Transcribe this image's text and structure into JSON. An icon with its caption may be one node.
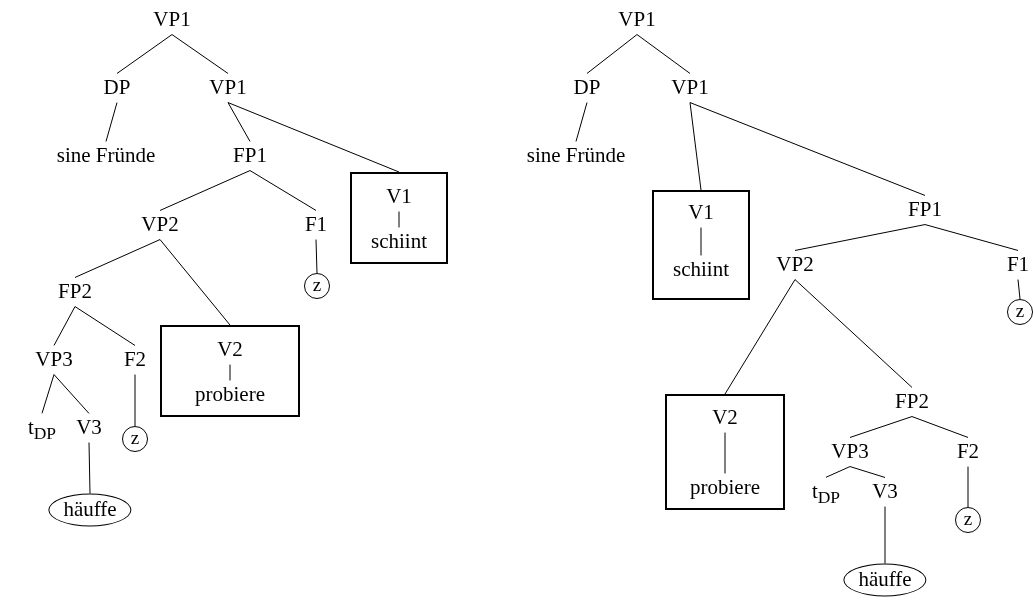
{
  "diagram": {
    "nodes": [
      {
        "text": [
          "VP1"
        ]
      },
      {
        "text": [
          "DP"
        ]
      },
      {
        "text": [
          "VP1"
        ]
      },
      {
        "text": [
          "sine Fründe"
        ]
      },
      {
        "text": [
          "FP1"
        ]
      },
      {
        "text": [],
        "shape": "box"
      },
      {
        "text": [
          "V1"
        ],
        "in": 5
      },
      {
        "text": [
          "schiint"
        ],
        "in": 5
      },
      {
        "text": [
          "VP2"
        ]
      },
      {
        "text": [
          "F1"
        ]
      },
      {
        "text": [
          "z"
        ]
      },
      {
        "text": [
          "FP2"
        ]
      },
      {
        "text": [],
        "shape": "box"
      },
      {
        "text": [
          "V2"
        ],
        "in": 12
      },
      {
        "text": [
          "probiere"
        ],
        "in": 12
      },
      {
        "text": [
          "VP3"
        ]
      },
      {
        "text": [
          "F2"
        ]
      },
      {
        "text": [
          "t$_{DP}$"
        ]
      },
      {
        "text": [
          "V3"
        ]
      },
      {
        "text": [
          "z"
        ]
      },
      {
        "text": [
          "häuffe"
        ]
      },
      {
        "text": [
          "VP1"
        ]
      },
      {
        "text": [
          "DP"
        ]
      },
      {
        "text": [
          "VP1"
        ]
      },
      {
        "text": [
          "sine Fründe"
        ]
      },
      {
        "text": [],
        "shape": "box"
      },
      {
        "text": [
          "V1"
        ],
        "in": 25
      },
      {
        "text": [
          "schiint"
        ],
        "in": 25
      },
      {
        "text": [
          "FP1"
        ]
      },
      {
        "text": [
          "VP2"
        ]
      },
      {
        "text": [
          "F1"
        ]
      },
      {
        "text": [
          "z"
        ]
      },
      {
        "text": [],
        "shape": "box"
      },
      {
        "text": [
          "V2"
        ],
        "in": 32
      },
      {
        "text": [
          "probiere"
        ],
        "in": 32
      },
      {
        "text": [
          "FP2"
        ]
      },
      {
        "text": [
          "VP3"
        ]
      },
      {
        "text": [
          "F2"
        ]
      },
      {
        "text": [
          "t$_{DP}$"
        ]
      },
      {
        "text": [
          "V3"
        ]
      },
      {
        "text": [
          "z"
        ]
      },
      {
        "text": [
          "häuffe"
        ]
      }
    ],
    "edges": [
      {
        "from": 0,
        "to": 1,
        "arrow": "none"
      },
      {
        "from": 0,
        "to": 2,
        "arrow": "none"
      },
      {
        "from": 1,
        "to": 3,
        "arrow": "none"
      },
      {
        "from": 2,
        "to": 4,
        "arrow": "none"
      },
      {
        "from": 2,
        "to": 5,
        "arrow": "none"
      },
      {
        "from": 6,
        "to": 7,
        "arrow": "none"
      },
      {
        "from": 4,
        "to": 8,
        "arrow": "none"
      },
      {
        "from": 4,
        "to": 9,
        "arrow": "none"
      },
      {
        "from": 9,
        "to": 10,
        "arrow": "none"
      },
      {
        "from": 8,
        "to": 11,
        "arrow": "none"
      },
      {
        "from": 8,
        "to": 12,
        "arrow": "none"
      },
      {
        "from": 13,
        "to": 14,
        "arrow": "none"
      },
      {
        "from": 11,
        "to": 15,
        "arrow": "none"
      },
      {
        "from": 11,
        "to": 16,
        "arrow": "none"
      },
      {
        "from": 15,
        "to": 17,
        "arrow": "none"
      },
      {
        "from": 15,
        "to": 18,
        "arrow": "none"
      },
      {
        "from": 16,
        "to": 19,
        "arrow": "none"
      },
      {
        "from": 18,
        "to": 20,
        "arrow": "none"
      },
      {
        "from": 21,
        "to": 22,
        "arrow": "none"
      },
      {
        "from": 21,
        "to": 23,
        "arrow": "none"
      },
      {
        "from": 22,
        "to": 24,
        "arrow": "none"
      },
      {
        "from": 23,
        "to": 25,
        "arrow": "none"
      },
      {
        "from": 23,
        "to": 28,
        "arrow": "none"
      },
      {
        "from": 26,
        "to": 27,
        "arrow": "none"
      },
      {
        "from": 28,
        "to": 29,
        "arrow": "none"
      },
      {
        "from": 28,
        "to": 30,
        "arrow": "none"
      },
      {
        "from": 30,
        "to": 31,
        "arrow": "none"
      },
      {
        "from": 29,
        "to": 32,
        "arrow": "none"
      },
      {
        "from": 29,
        "to": 35,
        "arrow": "none"
      },
      {
        "from": 33,
        "to": 34,
        "arrow": "none"
      },
      {
        "from": 35,
        "to": 36,
        "arrow": "none"
      },
      {
        "from": 35,
        "to": 37,
        "arrow": "none"
      },
      {
        "from": 36,
        "to": 38,
        "arrow": "none"
      },
      {
        "from": 36,
        "to": 39,
        "arrow": "none"
      },
      {
        "from": 37,
        "to": 40,
        "arrow": "none"
      },
      {
        "from": 39,
        "to": 41,
        "arrow": "none"
      }
    ]
  }
}
